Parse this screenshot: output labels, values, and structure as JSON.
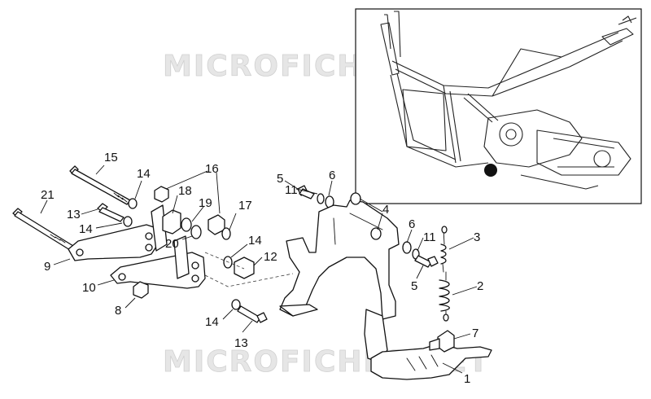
{
  "watermarks": [
    "MICROFICHES.NET",
    "MICROFICHES.NET"
  ],
  "callouts": [
    {
      "id": "c1",
      "text": "1"
    },
    {
      "id": "c2",
      "text": "2"
    },
    {
      "id": "c3",
      "text": "3"
    },
    {
      "id": "c4",
      "text": "4"
    },
    {
      "id": "c5a",
      "text": "5"
    },
    {
      "id": "c5b",
      "text": "5"
    },
    {
      "id": "c6a",
      "text": "6"
    },
    {
      "id": "c6b",
      "text": "6"
    },
    {
      "id": "c7",
      "text": "7"
    },
    {
      "id": "c8",
      "text": "8"
    },
    {
      "id": "c9",
      "text": "9"
    },
    {
      "id": "c10",
      "text": "10"
    },
    {
      "id": "c11a",
      "text": "11"
    },
    {
      "id": "c11b",
      "text": "11"
    },
    {
      "id": "c12",
      "text": "12"
    },
    {
      "id": "c13a",
      "text": "13"
    },
    {
      "id": "c13b",
      "text": "13"
    },
    {
      "id": "c14a",
      "text": "14"
    },
    {
      "id": "c14b",
      "text": "14"
    },
    {
      "id": "c14c",
      "text": "14"
    },
    {
      "id": "c14d",
      "text": "14"
    },
    {
      "id": "c15",
      "text": "15"
    },
    {
      "id": "c16",
      "text": "16"
    },
    {
      "id": "c17",
      "text": "17"
    },
    {
      "id": "c18",
      "text": "18"
    },
    {
      "id": "c19",
      "text": "19"
    },
    {
      "id": "c20",
      "text": "20"
    },
    {
      "id": "c21",
      "text": "21"
    }
  ]
}
